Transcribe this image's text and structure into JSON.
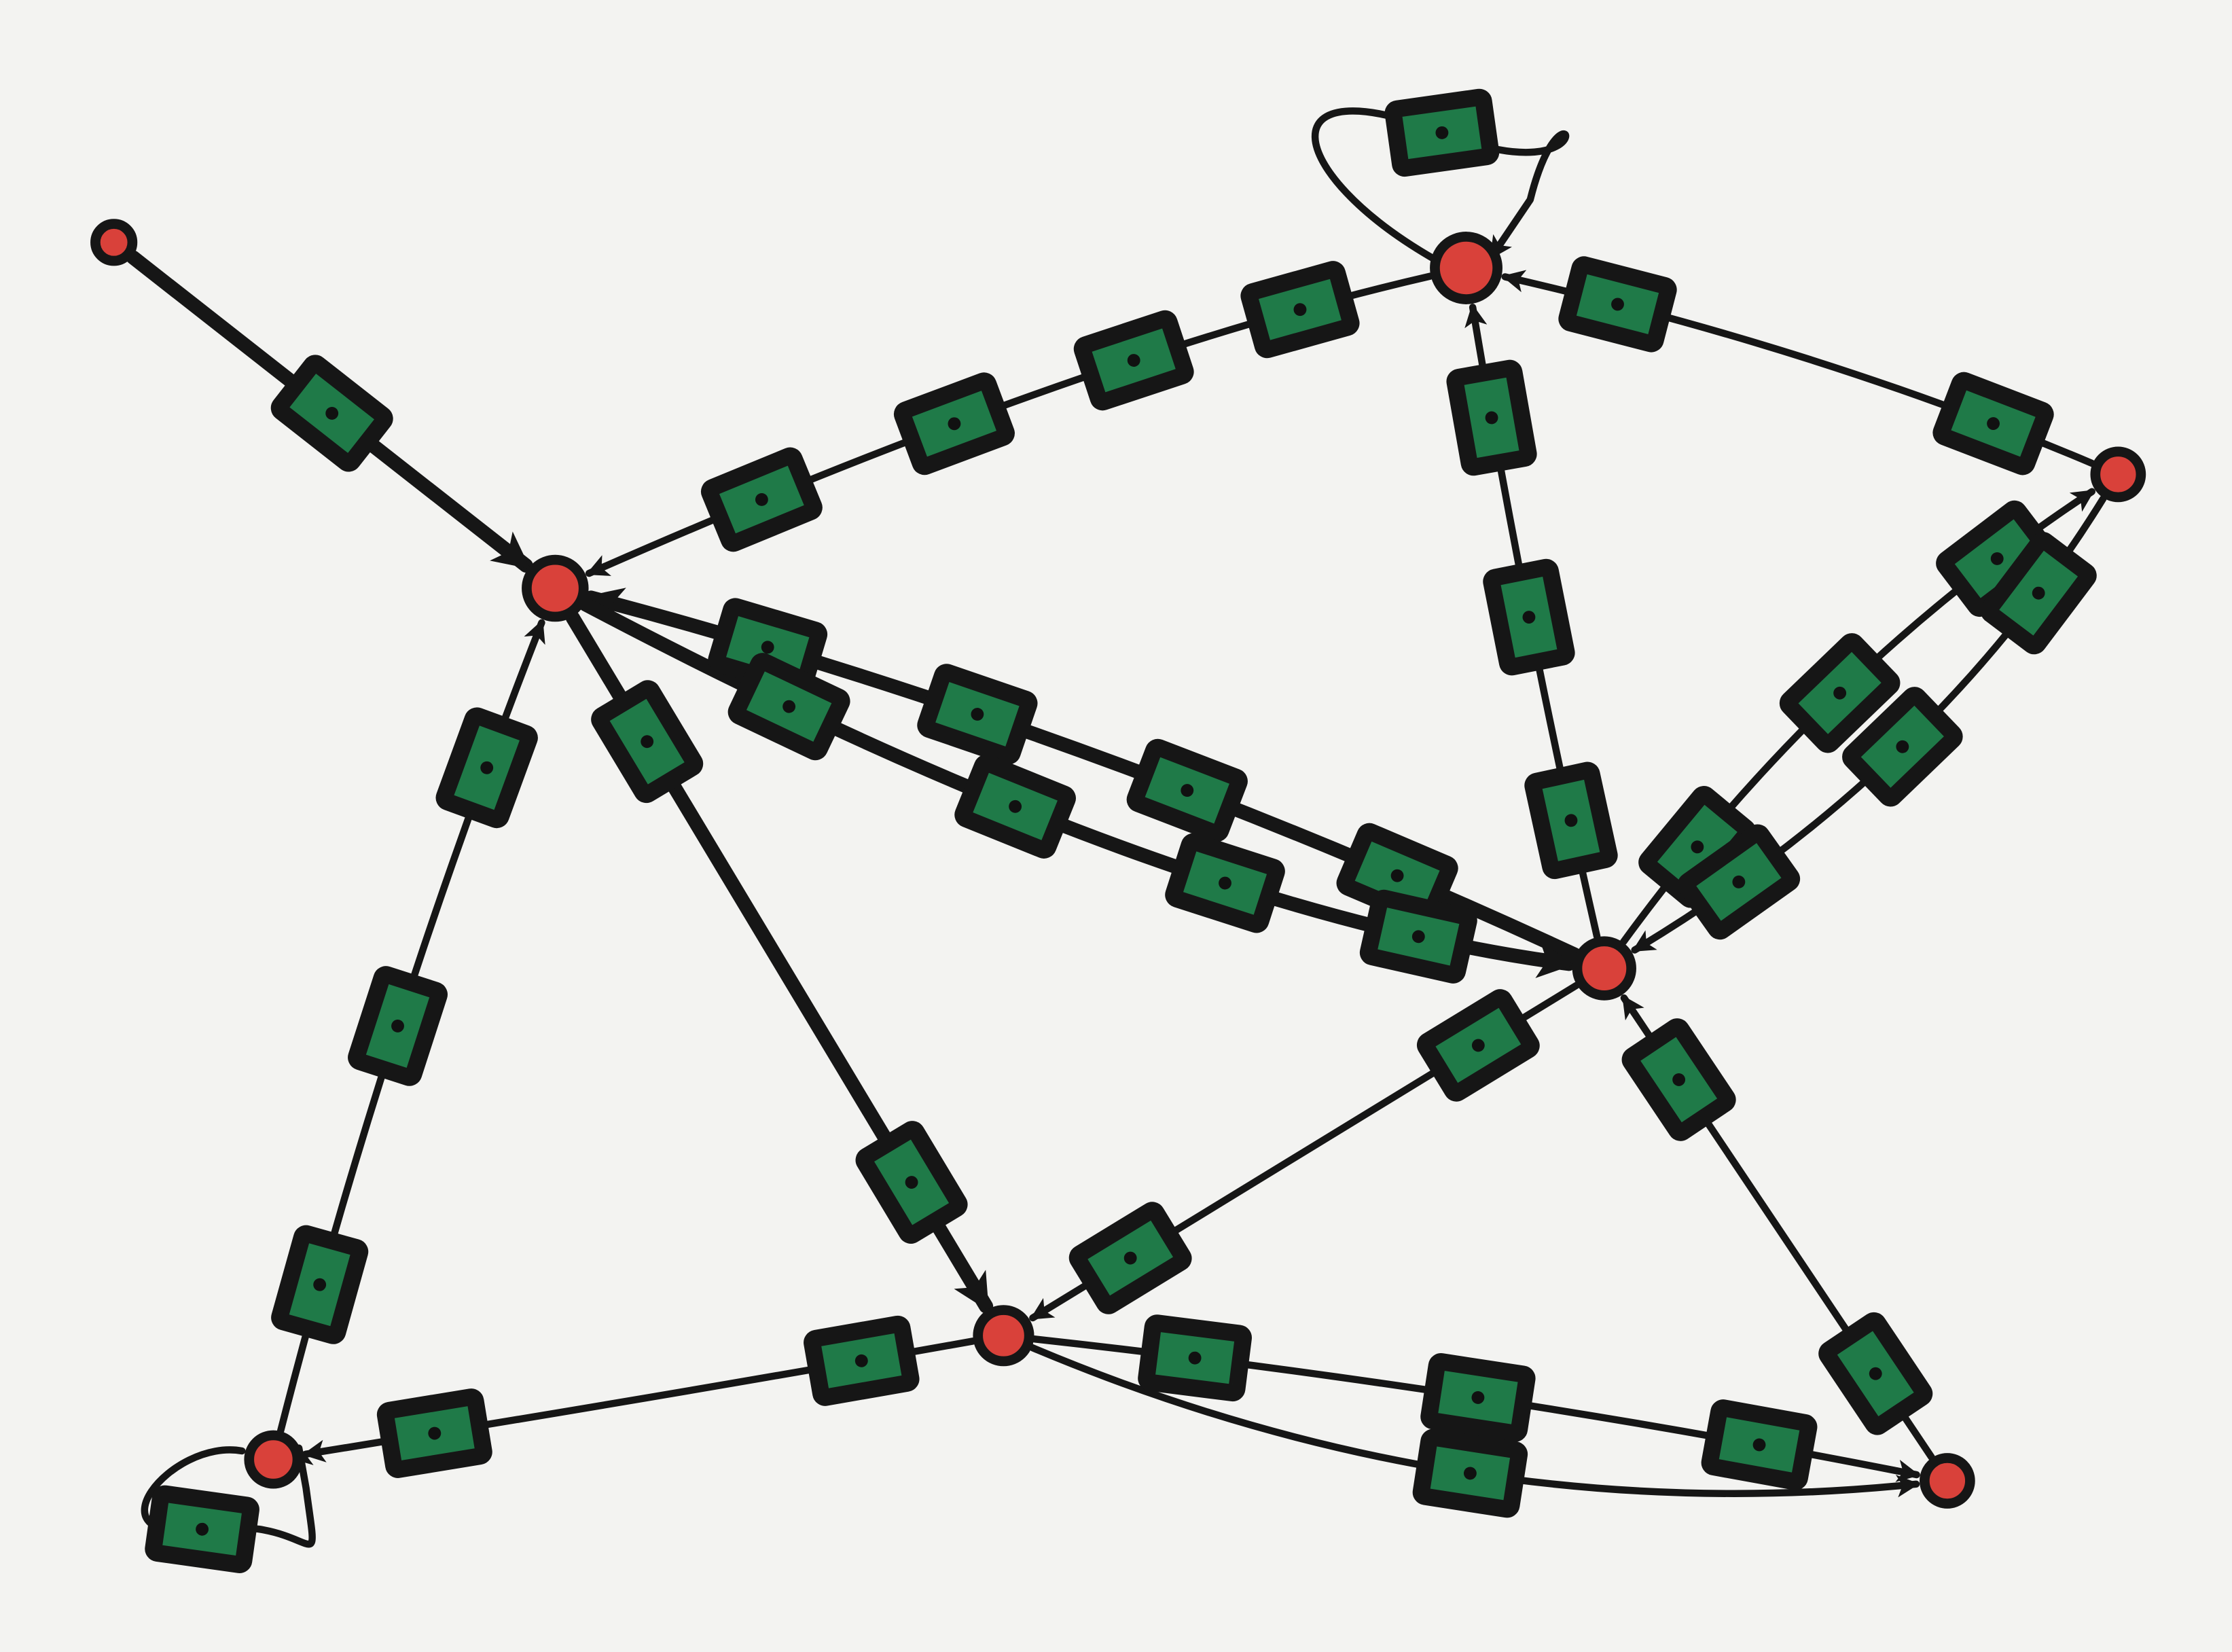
{
  "colors": {
    "paper": "#f3f3f1",
    "ink": "#161616",
    "node": "#d9413a",
    "token": "#1f7a48"
  },
  "diagram": {
    "type": "directed-graph-sketch",
    "nodes": [
      {
        "id": "n0",
        "role": "source"
      },
      {
        "id": "n1",
        "role": "hub"
      },
      {
        "id": "n2",
        "role": "top"
      },
      {
        "id": "n3",
        "role": "right"
      },
      {
        "id": "n4",
        "role": "center-right"
      },
      {
        "id": "n5",
        "role": "bottom-middle"
      },
      {
        "id": "n6",
        "role": "bottom-left"
      },
      {
        "id": "n7",
        "role": "bottom-right"
      }
    ],
    "edges": [
      {
        "id": "e0",
        "from": "n0",
        "to": "n1",
        "tokens": 1,
        "weight": "heavy"
      },
      {
        "id": "e1",
        "from": "n2",
        "to": "n1",
        "tokens": 4,
        "weight": "normal"
      },
      {
        "id": "e2",
        "from": "n2",
        "to": "n2",
        "tokens": 1,
        "weight": "normal"
      },
      {
        "id": "e3",
        "from": "n3",
        "to": "n2",
        "tokens": 2,
        "weight": "normal"
      },
      {
        "id": "e4",
        "from": "n4",
        "to": "n2",
        "tokens": 3,
        "weight": "normal"
      },
      {
        "id": "e5",
        "from": "n4",
        "to": "n1",
        "tokens": 4,
        "weight": "heavy"
      },
      {
        "id": "e6",
        "from": "n1",
        "to": "n4",
        "tokens": 4,
        "weight": "heavy"
      },
      {
        "id": "e7",
        "from": "n4",
        "to": "n3",
        "tokens": 3,
        "weight": "normal"
      },
      {
        "id": "e8",
        "from": "n3",
        "to": "n4",
        "tokens": 3,
        "weight": "normal"
      },
      {
        "id": "e9",
        "from": "n1",
        "to": "n5",
        "tokens": 2,
        "weight": "heavy"
      },
      {
        "id": "e10",
        "from": "n6",
        "to": "n1",
        "tokens": 3,
        "weight": "normal"
      },
      {
        "id": "e11",
        "from": "n4",
        "to": "n5",
        "tokens": 2,
        "weight": "normal"
      },
      {
        "id": "e12",
        "from": "n7",
        "to": "n4",
        "tokens": 2,
        "weight": "normal"
      },
      {
        "id": "e13",
        "from": "n5",
        "to": "n6",
        "tokens": 2,
        "weight": "normal"
      },
      {
        "id": "e14",
        "from": "n6",
        "to": "n6",
        "tokens": 1,
        "weight": "normal"
      },
      {
        "id": "e15",
        "from": "n5",
        "to": "n7",
        "tokens": 3,
        "weight": "normal"
      },
      {
        "id": "e16",
        "from": "n5",
        "to": "n7",
        "tokens": 1,
        "weight": "normal"
      }
    ]
  }
}
